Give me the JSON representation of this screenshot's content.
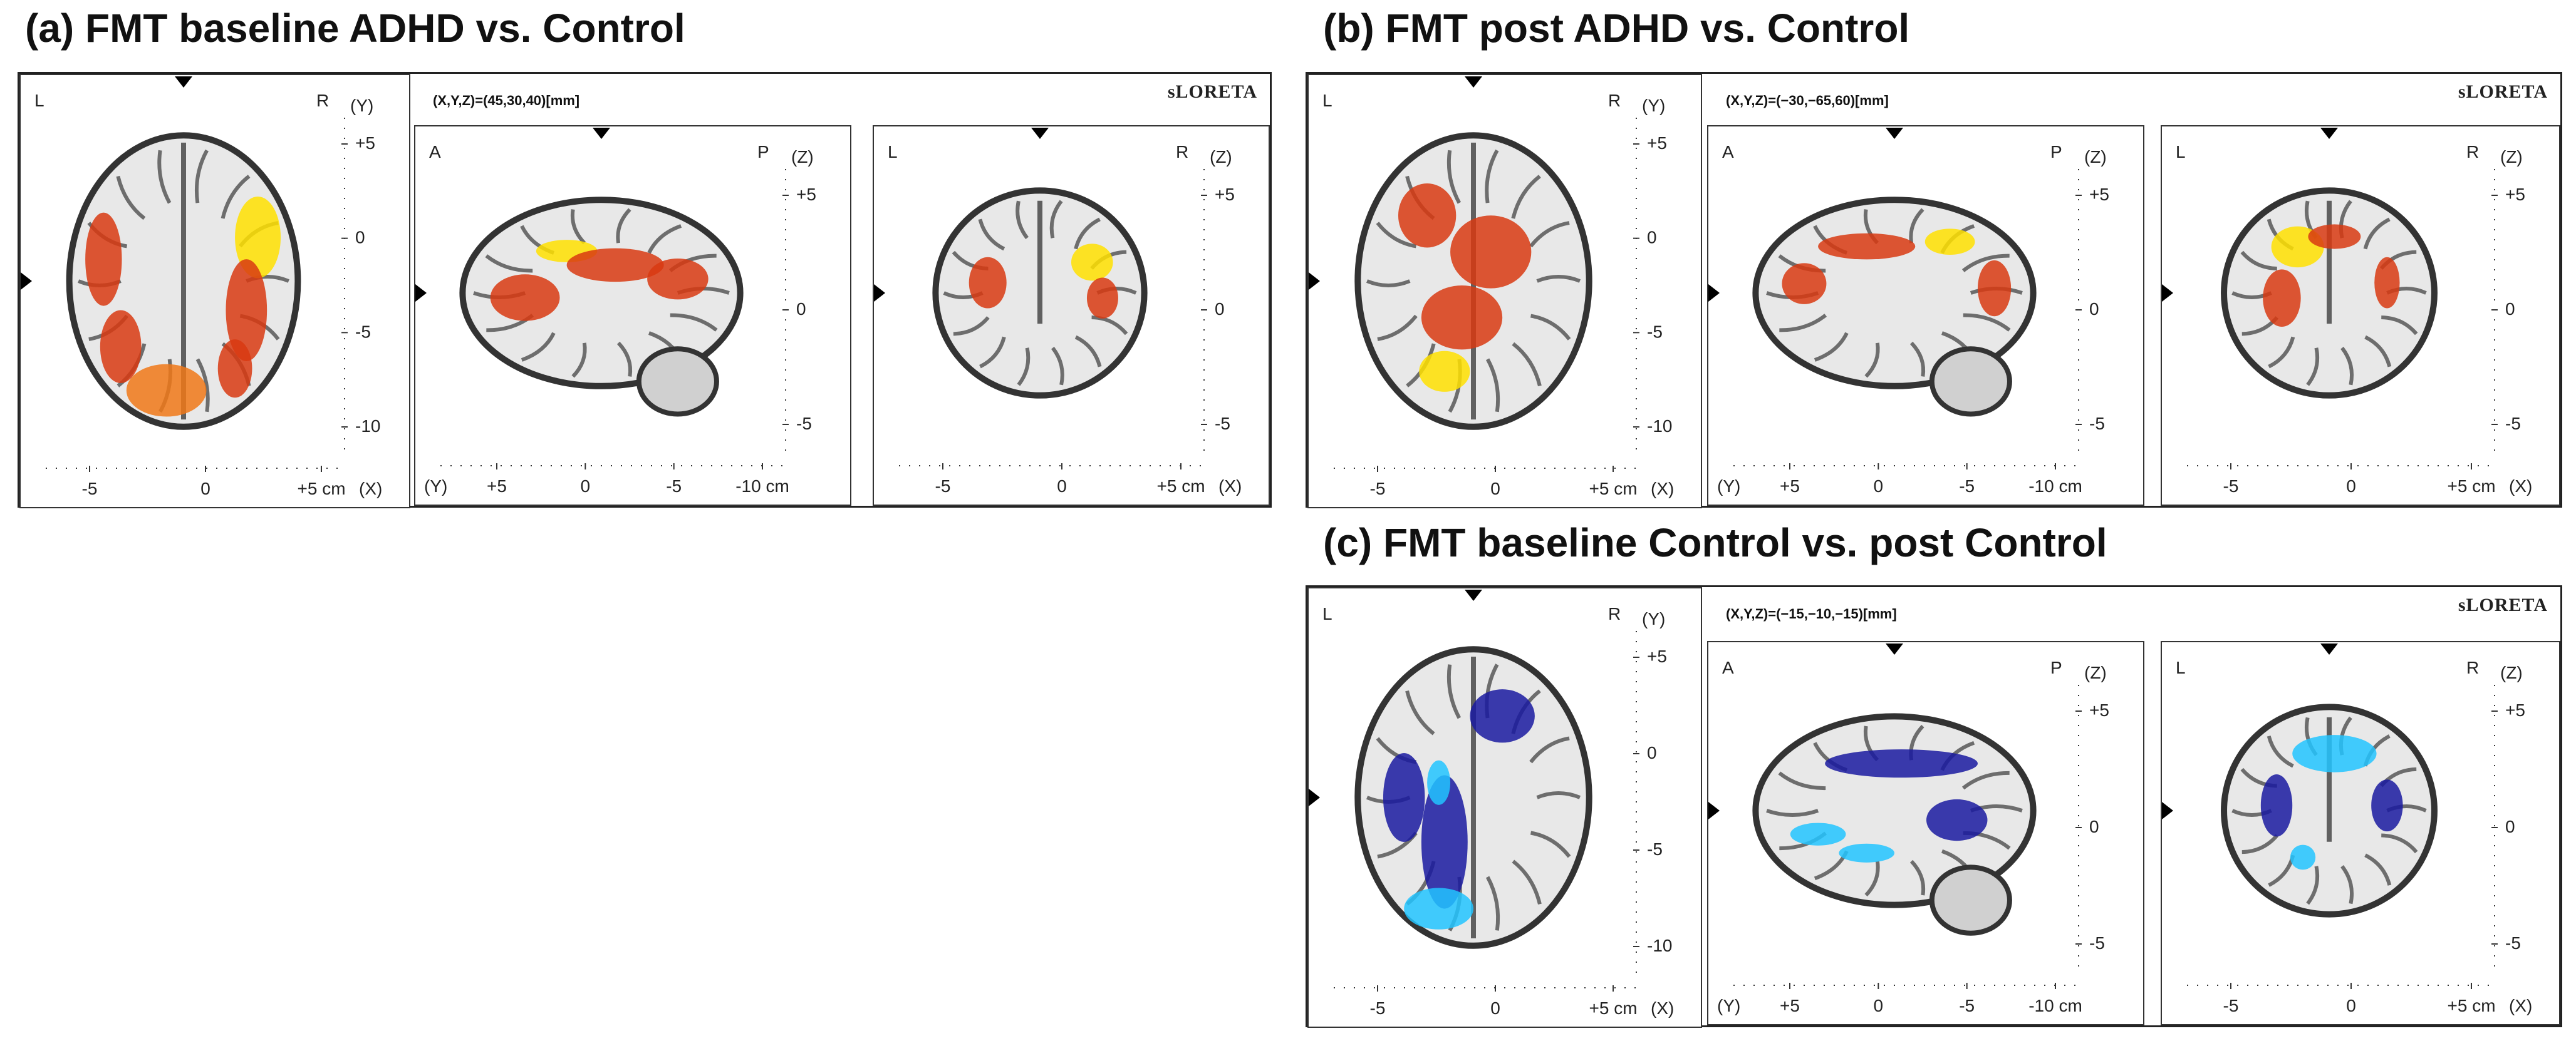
{
  "colors": {
    "positive_low": "#d83a12",
    "positive_high": "#ffe000",
    "negative_low": "#1a1aa0",
    "negative_high": "#22c4ff"
  },
  "software": "sLORETA",
  "panels": [
    {
      "id": "a",
      "title": "(a) FMT baseline ADHD vs. Control",
      "coords": "(X,Y,Z)=(45,30,40)[mm]",
      "color_scheme": "positive",
      "views": [
        {
          "name": "axial",
          "corners": [
            "L",
            "R"
          ],
          "axis_label": "(Y)",
          "right_ticks": [
            "+5",
            "0",
            "-5",
            "-10"
          ],
          "bottom_ticks": [
            "-5",
            "0",
            "+5 cm"
          ],
          "bottom_end": "(X)",
          "bottom_start": ""
        },
        {
          "name": "sagittal",
          "corners": [
            "A",
            "P"
          ],
          "axis_label": "(Z)",
          "right_ticks": [
            "+5",
            "0",
            "-5"
          ],
          "bottom_ticks": [
            "+5",
            "0",
            "-5",
            "-10 cm"
          ],
          "bottom_end": "",
          "bottom_start": "(Y)"
        },
        {
          "name": "coronal",
          "corners": [
            "L",
            "R"
          ],
          "axis_label": "(Z)",
          "right_ticks": [
            "+5",
            "0",
            "-5"
          ],
          "bottom_ticks": [
            "-5",
            "0",
            "+5 cm"
          ],
          "bottom_end": "(X)",
          "bottom_start": ""
        }
      ]
    },
    {
      "id": "b",
      "title": "(b) FMT post ADHD vs. Control",
      "coords": "(X,Y,Z)=(−30,−65,60)[mm]",
      "color_scheme": "positive",
      "views": [
        {
          "name": "axial",
          "corners": [
            "L",
            "R"
          ],
          "axis_label": "(Y)",
          "right_ticks": [
            "+5",
            "0",
            "-5",
            "-10"
          ],
          "bottom_ticks": [
            "-5",
            "0",
            "+5 cm"
          ],
          "bottom_end": "(X)",
          "bottom_start": ""
        },
        {
          "name": "sagittal",
          "corners": [
            "A",
            "P"
          ],
          "axis_label": "(Z)",
          "right_ticks": [
            "+5",
            "0",
            "-5"
          ],
          "bottom_ticks": [
            "+5",
            "0",
            "-5",
            "-10 cm"
          ],
          "bottom_end": "",
          "bottom_start": "(Y)"
        },
        {
          "name": "coronal",
          "corners": [
            "L",
            "R"
          ],
          "axis_label": "(Z)",
          "right_ticks": [
            "+5",
            "0",
            "-5"
          ],
          "bottom_ticks": [
            "-5",
            "0",
            "+5 cm"
          ],
          "bottom_end": "(X)",
          "bottom_start": ""
        }
      ]
    },
    {
      "id": "c",
      "title": "(c) FMT baseline Control vs. post Control",
      "coords": "(X,Y,Z)=(−15,−10,−15)[mm]",
      "color_scheme": "negative",
      "views": [
        {
          "name": "axial",
          "corners": [
            "L",
            "R"
          ],
          "axis_label": "(Y)",
          "right_ticks": [
            "+5",
            "0",
            "-5",
            "-10"
          ],
          "bottom_ticks": [
            "-5",
            "0",
            "+5 cm"
          ],
          "bottom_end": "(X)",
          "bottom_start": ""
        },
        {
          "name": "sagittal",
          "corners": [
            "A",
            "P"
          ],
          "axis_label": "(Z)",
          "right_ticks": [
            "+5",
            "0",
            "-5"
          ],
          "bottom_ticks": [
            "+5",
            "0",
            "-5",
            "-10 cm"
          ],
          "bottom_end": "",
          "bottom_start": "(Y)"
        },
        {
          "name": "coronal",
          "corners": [
            "L",
            "R"
          ],
          "axis_label": "(Z)",
          "right_ticks": [
            "+5",
            "0",
            "-5"
          ],
          "bottom_ticks": [
            "-5",
            "0",
            "+5 cm"
          ],
          "bottom_end": "(X)",
          "bottom_start": ""
        }
      ]
    }
  ]
}
